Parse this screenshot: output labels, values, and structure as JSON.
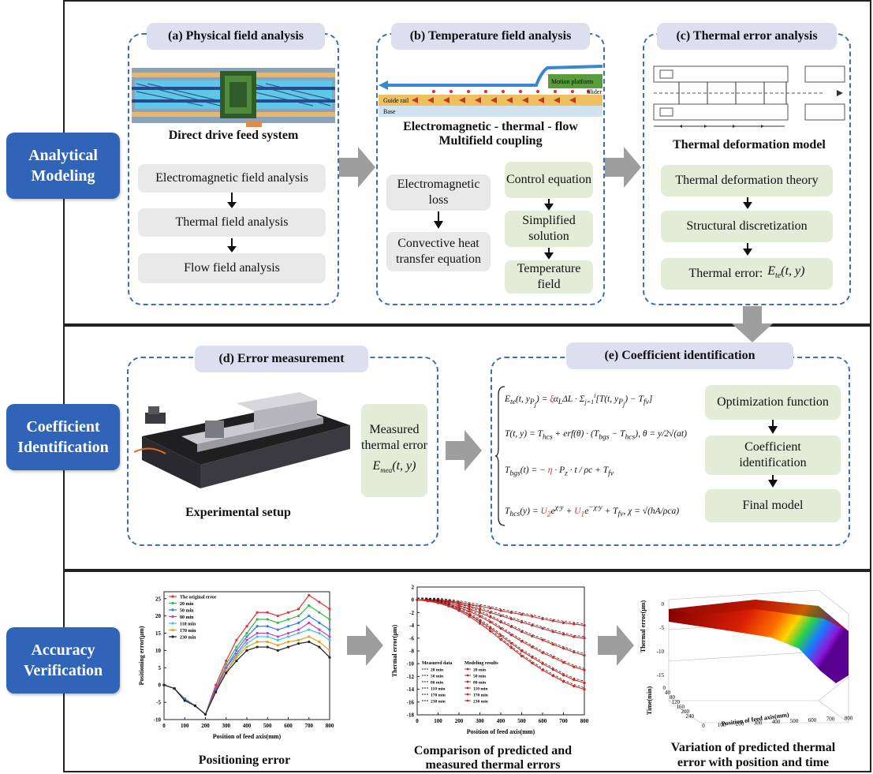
{
  "rows": {
    "analytical": {
      "label": "Analytical Modeling"
    },
    "coefficient": {
      "label": "Coefficient Identification"
    },
    "accuracy": {
      "label": "Accuracy Verification"
    }
  },
  "panel_a": {
    "title": "(a) Physical field analysis",
    "image_caption": "Direct drive feed system",
    "steps": [
      "Electromagnetic field analysis",
      "Thermal field analysis",
      "Flow field analysis"
    ]
  },
  "panel_b": {
    "title": "(b) Temperature field analysis",
    "img_labels": {
      "motion": "Motion platform",
      "slider": "Slider",
      "guide": "Guide rail",
      "base": "Base"
    },
    "caption_line1": "Electromagnetic - thermal - flow",
    "caption_line2": "Multifield coupling",
    "left_steps": [
      "Electromagnetic loss",
      "Convective heat transfer equation"
    ],
    "right_steps": [
      "Control equation",
      "Simplified solution",
      "Temperature field"
    ]
  },
  "panel_c": {
    "title": "(c) Thermal error analysis",
    "image_caption": "Thermal deformation model",
    "steps": [
      "Thermal deformation theory",
      "Structural discretization",
      "Thermal error:"
    ],
    "formula": "E_te(t, y)"
  },
  "panel_d": {
    "title": "(d) Error measurement",
    "image_caption": "Experimental setup",
    "measured_box": "Measured thermal error",
    "measured_formula": "E_mea(t, y)"
  },
  "panel_e": {
    "title": "(e) Coefficient identification",
    "equations": [
      "E_te(t, y_Pj) = ξ α_L ΔL · Σ_{j=1}^{i} [ T(t, y_Pj) − T_fv ]",
      "T(t, y) = T_hcs + erf(θ) · (T_bgs − T_hcs),  θ = y / 2√(at)",
      "T_bgs(t) = − (η · P_z · t) / (ρc) + T_fv",
      "T_hcs(y) = U_2 e^{χ·y} + U_1 e^{−χ·y} + T_fv,  χ = √(hA / ρca)"
    ],
    "steps": [
      "Optimization function",
      "Coefficient identification",
      "Final model"
    ]
  },
  "accuracy": {
    "chart1_caption": "Positioning error",
    "chart2_caption_line1": "Comparison of predicted and",
    "chart2_caption_line2": "measured thermal errors",
    "chart3_caption_line1": "Variation of predicted thermal",
    "chart3_caption_line2": "error with position and time"
  },
  "chart_data": [
    {
      "type": "line",
      "xlabel": "Position of feed axis(mm)",
      "ylabel": "Positioning error(μm)",
      "xlim": [
        0,
        800
      ],
      "ylim": [
        -10,
        27
      ],
      "xticks": [
        0,
        100,
        200,
        300,
        400,
        500,
        600,
        700,
        800
      ],
      "yticks": [
        -10,
        -5,
        0,
        5,
        10,
        15,
        20,
        25
      ],
      "x": [
        0,
        50,
        100,
        150,
        200,
        250,
        300,
        350,
        400,
        450,
        500,
        550,
        600,
        650,
        700,
        750,
        800
      ],
      "legend_position": "top-left",
      "series": [
        {
          "name": "The original error",
          "color": "#e8312f",
          "values": [
            0,
            -1,
            -4,
            -6,
            -8.5,
            0,
            7,
            13,
            17,
            21,
            21,
            20,
            21,
            22,
            26,
            24,
            22
          ]
        },
        {
          "name": "20 min",
          "color": "#38b84a",
          "values": [
            0,
            -1,
            -4,
            -6,
            -8.5,
            -1,
            6,
            11,
            15,
            19,
            19,
            18,
            19,
            20,
            23,
            21,
            19
          ]
        },
        {
          "name": "50 min",
          "color": "#2f7fe0",
          "values": [
            0,
            -1,
            -4,
            -6,
            -8.5,
            -1,
            5,
            10,
            14,
            17,
            17,
            16,
            17,
            18,
            20,
            18,
            16
          ]
        },
        {
          "name": "80 min",
          "color": "#c23cc7",
          "values": [
            0,
            -1,
            -4.5,
            -6,
            -8.5,
            -1.5,
            5,
            9,
            13,
            15,
            15,
            14,
            15,
            16,
            18,
            16,
            14
          ]
        },
        {
          "name": "110 min",
          "color": "#3fc6d6",
          "values": [
            0,
            -1,
            -4.5,
            -6,
            -8.5,
            -2,
            4,
            8.5,
            12,
            14,
            14,
            13,
            14,
            15,
            16,
            15,
            13
          ]
        },
        {
          "name": "170 min",
          "color": "#e0a020",
          "values": [
            0,
            -1,
            -4.5,
            -6,
            -8.5,
            -2,
            4,
            8,
            11,
            12.5,
            12.5,
            11.5,
            12.5,
            13,
            14,
            12.5,
            10
          ]
        },
        {
          "name": "230 min",
          "color": "#222222",
          "values": [
            0,
            -1,
            -4.5,
            -6,
            -8.5,
            -2,
            3.5,
            7,
            10,
            11,
            11,
            10,
            11,
            12,
            12.5,
            11,
            8
          ]
        }
      ]
    },
    {
      "type": "line",
      "xlabel": "Position of feed axis(mm)",
      "ylabel": "Thermal error(μm)",
      "xlim": [
        0,
        800
      ],
      "ylim": [
        -18,
        2
      ],
      "xticks": [
        0,
        100,
        200,
        300,
        400,
        500,
        600,
        700,
        800
      ],
      "yticks": [
        -18,
        -16,
        -14,
        -12,
        -10,
        -8,
        -6,
        -4,
        -2,
        0,
        2
      ],
      "x": [
        0,
        50,
        100,
        150,
        200,
        250,
        300,
        350,
        400,
        450,
        500,
        550,
        600,
        650,
        700,
        750,
        800
      ],
      "legend_groups": [
        "Measured data",
        "Modeling results"
      ],
      "series": [
        {
          "name": "20 min",
          "values": [
            0,
            0,
            0,
            -0.2,
            -0.4,
            -0.7,
            -1,
            -1.3,
            -1.7,
            -2,
            -2.3,
            -2.6,
            -3,
            -3.3,
            -3.6,
            -3.8,
            -4
          ]
        },
        {
          "name": "50 min",
          "values": [
            0,
            0,
            -0.1,
            -0.3,
            -0.6,
            -1,
            -1.5,
            -2,
            -2.5,
            -3,
            -3.5,
            -4,
            -4.5,
            -5,
            -5.4,
            -5.8,
            -6
          ]
        },
        {
          "name": "80 min",
          "values": [
            0,
            0,
            -0.2,
            -0.5,
            -0.9,
            -1.4,
            -2,
            -2.7,
            -3.5,
            -4.2,
            -5,
            -5.7,
            -6.3,
            -7,
            -7.6,
            -8.2,
            -8.7
          ]
        },
        {
          "name": "110 min",
          "values": [
            0,
            -0.1,
            -0.3,
            -0.7,
            -1.2,
            -1.8,
            -2.6,
            -3.5,
            -4.5,
            -5.5,
            -6.5,
            -7.4,
            -8.3,
            -9,
            -9.8,
            -10.5,
            -11
          ]
        },
        {
          "name": "170 min",
          "values": [
            0,
            -0.1,
            -0.4,
            -0.9,
            -1.5,
            -2.3,
            -3.3,
            -4.4,
            -5.6,
            -6.8,
            -8,
            -9,
            -10,
            -10.9,
            -11.8,
            -12.5,
            -13
          ]
        },
        {
          "name": "230 min",
          "values": [
            0,
            -0.2,
            -0.5,
            -1,
            -1.7,
            -2.6,
            -3.7,
            -4.9,
            -6.2,
            -7.5,
            -8.8,
            -9.9,
            -11,
            -11.9,
            -12.8,
            -13.5,
            -14
          ]
        }
      ]
    },
    {
      "type": "surface",
      "xlabel": "Position of feed axis(mm)",
      "ylabel": "Time(min)",
      "zlabel": "Thermal error(μm)",
      "x_ticks": [
        "0",
        "100",
        "200",
        "300",
        "400",
        "500",
        "600",
        "700",
        "800"
      ],
      "y_ticks": [
        "0",
        "40",
        "80",
        "120",
        "160",
        "200",
        "240"
      ],
      "z_ticks": [
        "0",
        "-5",
        "-10",
        "-15"
      ]
    }
  ]
}
